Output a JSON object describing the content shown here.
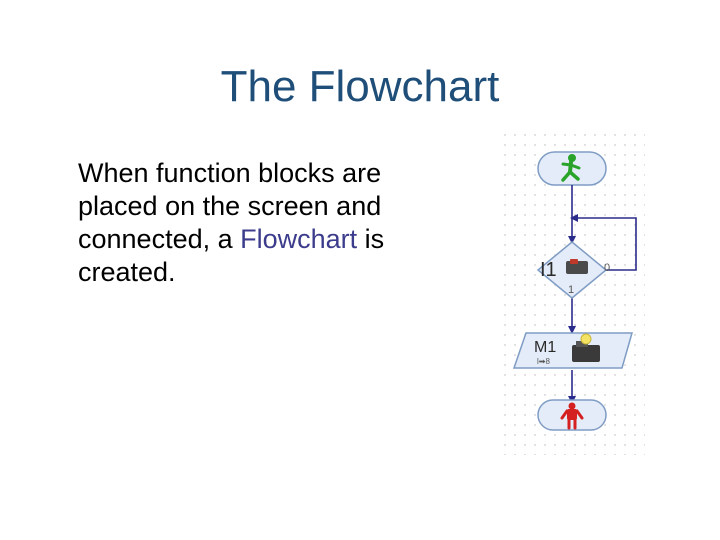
{
  "slide": {
    "title": "The Flowchart",
    "body": {
      "part1": "When function blocks are placed on the screen and connected, a ",
      "highlight": "Flowchart",
      "part2": " is created."
    }
  },
  "flowchart": {
    "branch_block": {
      "label": "I1",
      "output_true": "1",
      "output_false": "0"
    },
    "motor_block": {
      "label": "M1",
      "sublabel": "l➡8"
    },
    "start_icon": "green-walking-person-icon",
    "stop_icon": "red-standing-person-icon"
  },
  "colors": {
    "title": "#1f4e79",
    "highlight": "#3c3c8c",
    "connector": "#2b2b8c",
    "start_green": "#2aa32a",
    "stop_red": "#d42020",
    "block_fill": "#e3ecf8"
  }
}
